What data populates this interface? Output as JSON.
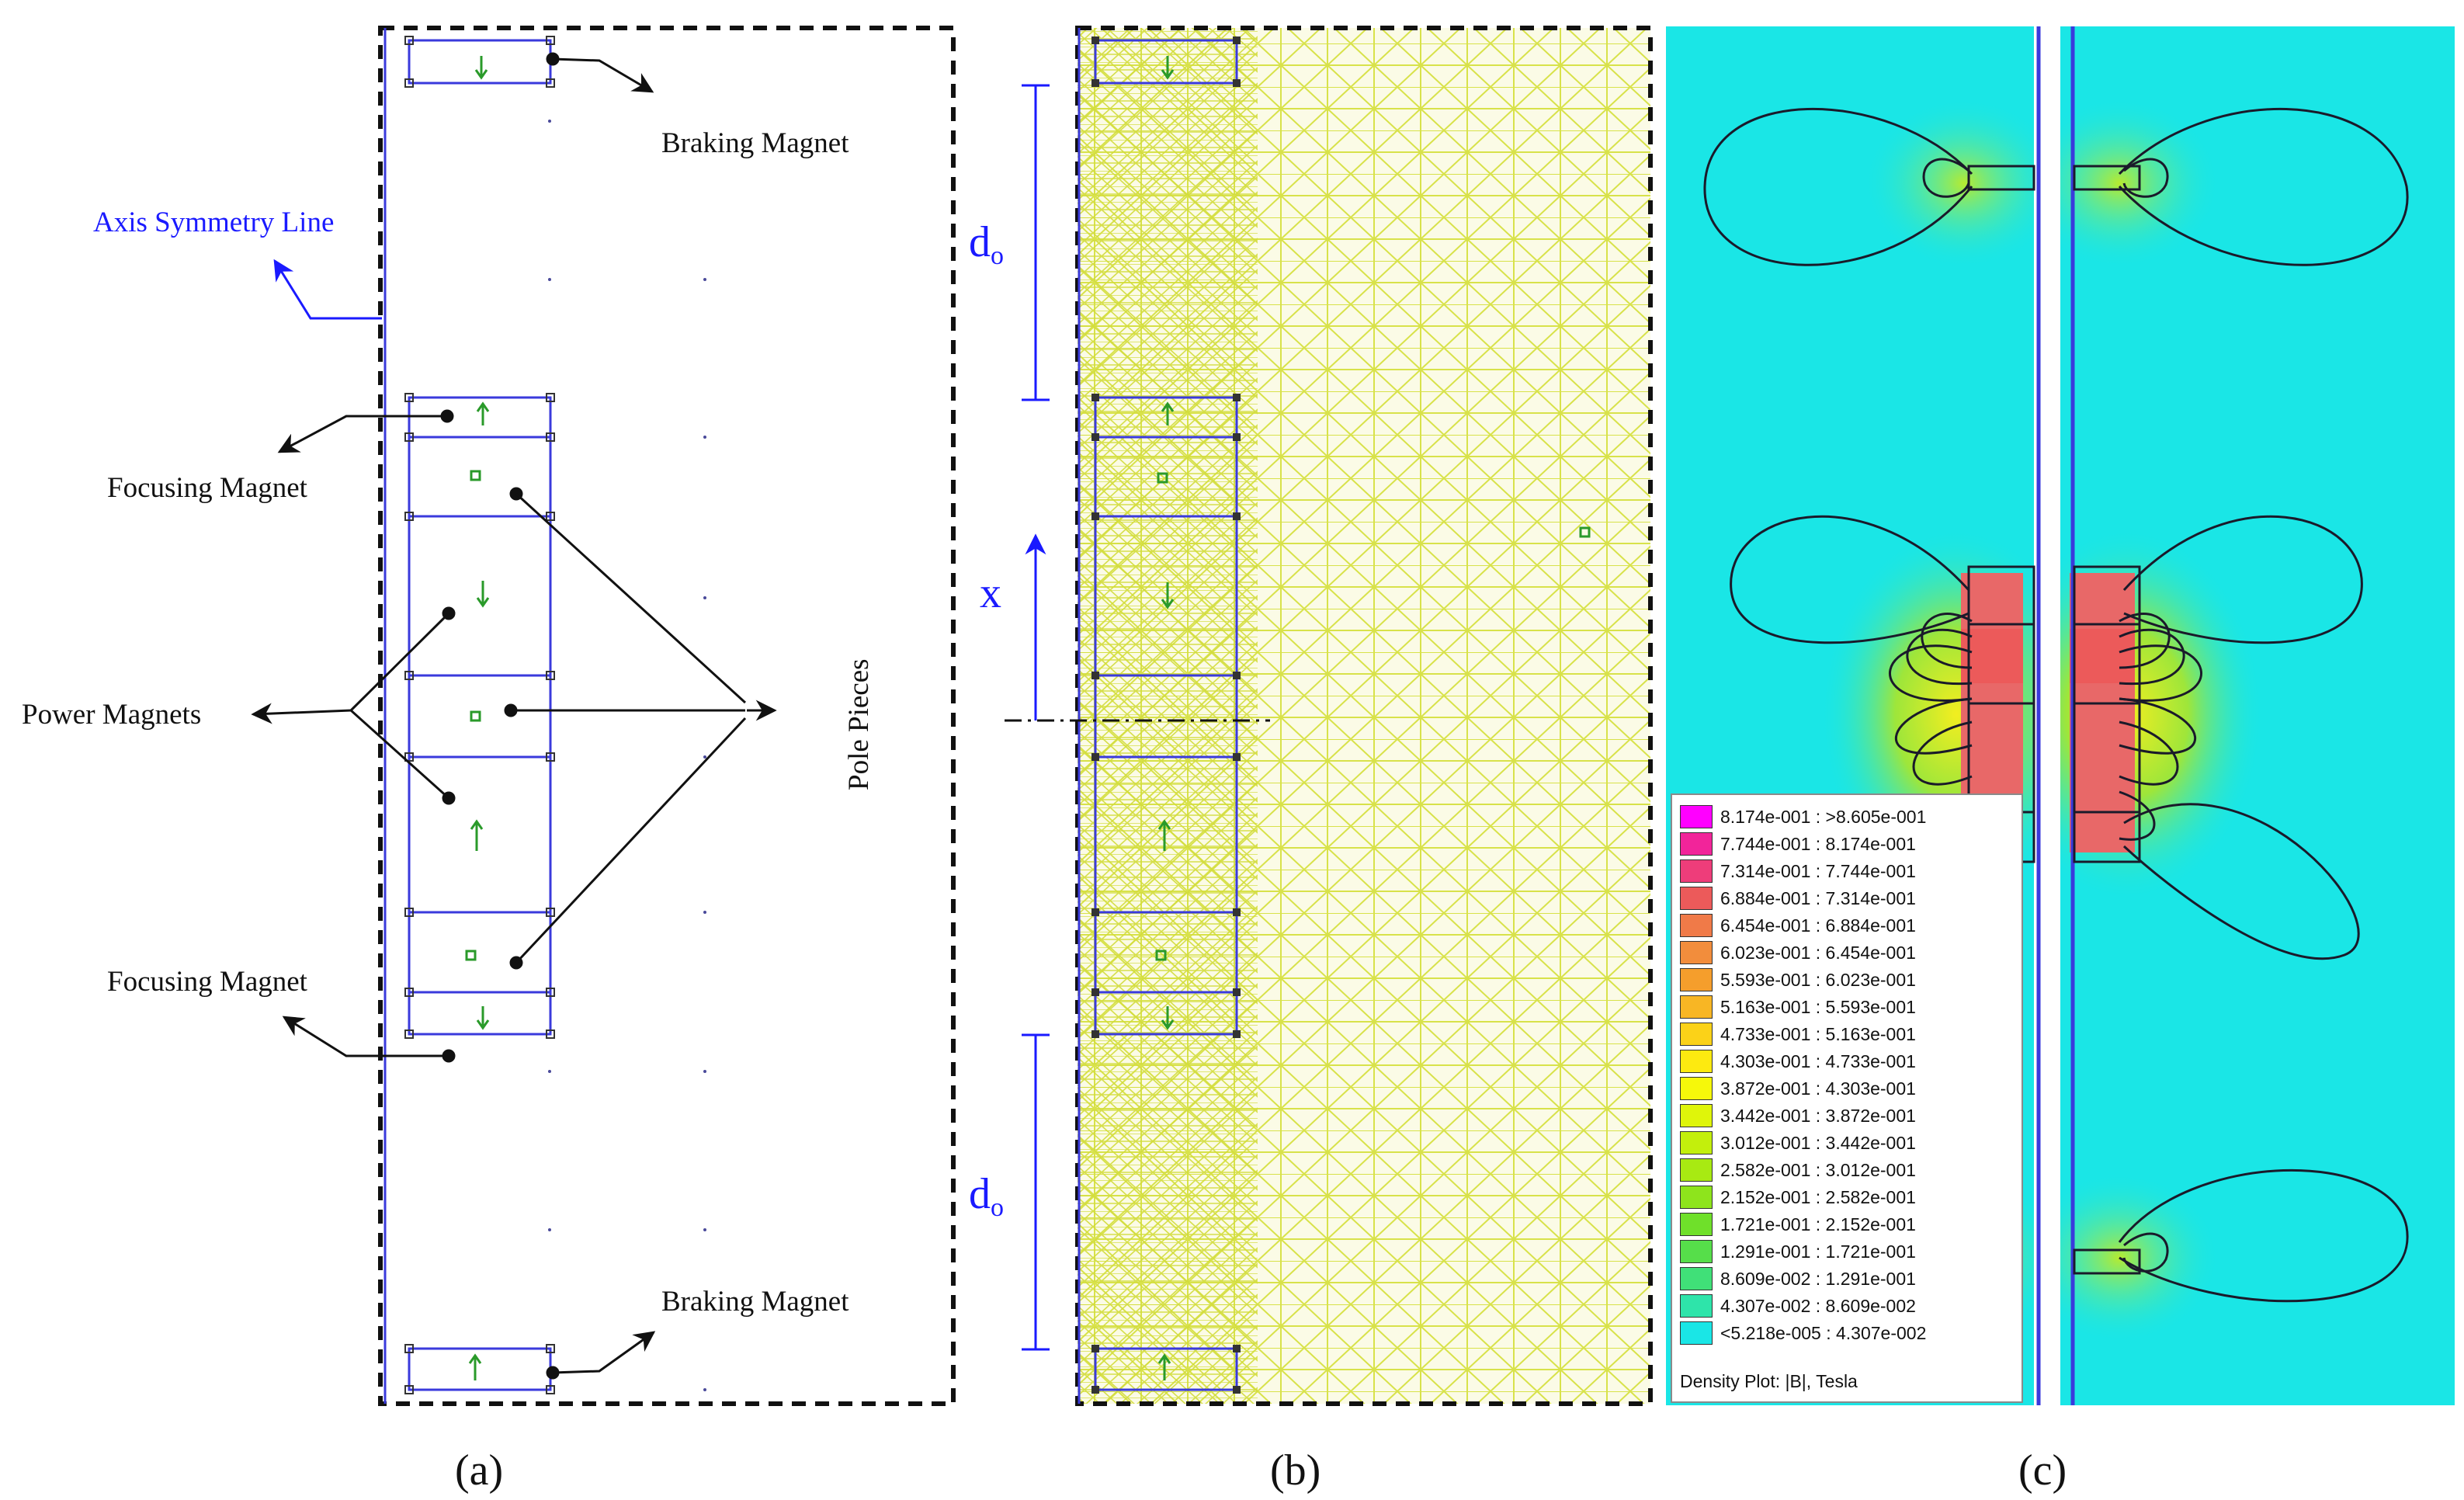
{
  "panel_a": {
    "braking_magnet_top": "Braking Magnet",
    "axis_symmetry_line": "Axis Symmetry Line",
    "focusing_magnet_top": "Focusing Magnet",
    "power_magnets": "Power Magnets",
    "pole_pieces": "Pole Pieces",
    "focusing_magnet_bottom": "Focusing Magnet",
    "braking_magnet_bottom": "Braking Magnet"
  },
  "panel_b": {
    "d_o_top": "d",
    "d_o_top_sub": "o",
    "x_label": "x",
    "d_o_bottom": "d",
    "d_o_bottom_sub": "o"
  },
  "panel_c": {
    "legend_title": "Density Plot: |B|, Tesla",
    "legend": [
      {
        "range": "8.174e-001 : >8.605e-001",
        "color": "#ff00ff"
      },
      {
        "range": "7.744e-001 : 8.174e-001",
        "color": "#f2249a"
      },
      {
        "range": "7.314e-001 : 7.744e-001",
        "color": "#ee3d7a"
      },
      {
        "range": "6.884e-001 : 7.314e-001",
        "color": "#ec5a5a"
      },
      {
        "range": "6.454e-001 : 6.884e-001",
        "color": "#f07a48"
      },
      {
        "range": "6.023e-001 : 6.454e-001",
        "color": "#f28d3c"
      },
      {
        "range": "5.593e-001 : 6.023e-001",
        "color": "#f59e2c"
      },
      {
        "range": "5.163e-001 : 5.593e-001",
        "color": "#f8b624"
      },
      {
        "range": "4.733e-001 : 5.163e-001",
        "color": "#fbd218"
      },
      {
        "range": "4.303e-001 : 4.733e-001",
        "color": "#fdea10"
      },
      {
        "range": "3.872e-001 : 4.303e-001",
        "color": "#f6f80a"
      },
      {
        "range": "3.442e-001 : 3.872e-001",
        "color": "#dff50a"
      },
      {
        "range": "3.012e-001 : 3.442e-001",
        "color": "#c3ef0c"
      },
      {
        "range": "2.582e-001 : 3.012e-001",
        "color": "#a8ea12"
      },
      {
        "range": "2.152e-001 : 2.582e-001",
        "color": "#8ee41c"
      },
      {
        "range": "1.721e-001 : 2.152e-001",
        "color": "#6fe02a"
      },
      {
        "range": "1.291e-001 : 1.721e-001",
        "color": "#56de4a"
      },
      {
        "range": "8.609e-002 : 1.291e-001",
        "color": "#40e078"
      },
      {
        "range": "4.307e-002 : 8.609e-002",
        "color": "#2ee4aa"
      },
      {
        "range": "<5.218e-005 : 4.307e-002",
        "color": "#1ae6e6"
      }
    ]
  },
  "captions": {
    "a": "(a)",
    "b": "(b)",
    "c": "(c)"
  },
  "colors": {
    "mesh": "#d8e24a",
    "field_background": "#1ae6e6",
    "model_lines": "#3a3adc",
    "annotation_blue": "#1a1aff"
  }
}
